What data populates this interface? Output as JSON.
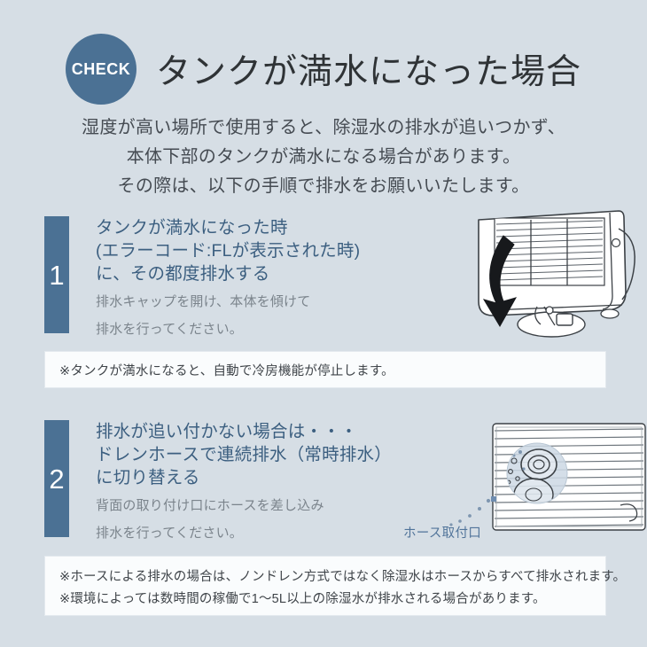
{
  "header": {
    "badge_label": "CHECK",
    "title": "タンクが満水になった場合",
    "badge_color": "#4b7194",
    "title_color": "#2f3336"
  },
  "intro": {
    "line1": "湿度が高い場所で使用すると、除湿水の排水が追いつかず、",
    "line2": "本体下部のタンクが満水になる場合があります。",
    "line3": "その際は、以下の手順で排水をお願いいたします。"
  },
  "steps": [
    {
      "number": "1",
      "head_line1": "タンクが満水になった時",
      "head_line2": "(エラーコード:FLが表示された時)",
      "head_line3": "に、その都度排水する",
      "sub_line1": "排水キャップを開け、本体を傾けて",
      "sub_line2": "排水を行ってください。",
      "image_alt": "dehumidifier-tilt-drain-illustration"
    },
    {
      "number": "2",
      "head_line1": "排水が追い付かない場合は・・・",
      "head_line2": "ドレンホースで連続排水（常時排水）",
      "head_line3": "に切り替える",
      "sub_line1": "背面の取り付け口にホースを差し込み",
      "sub_line2": "排水を行ってください。",
      "callout_label": "ホース取付口",
      "image_alt": "rear-grille-hose-port-illustration"
    }
  ],
  "notes": {
    "note1": "※タンクが満水になると、自動で冷房機能が停止します。",
    "note2_line1": "※ホースによる排水の場合は、ノンドレン方式ではなく除湿水はホースからすべて排水されます。",
    "note2_line2": "※環境によっては数時間の稼働で1〜5L以上の除湿水が排水される場合があります。"
  },
  "colors": {
    "background": "#d6dee5",
    "accent": "#4b7194",
    "heading_blue": "#3c5f80",
    "note_bg": "#fafcfd"
  }
}
